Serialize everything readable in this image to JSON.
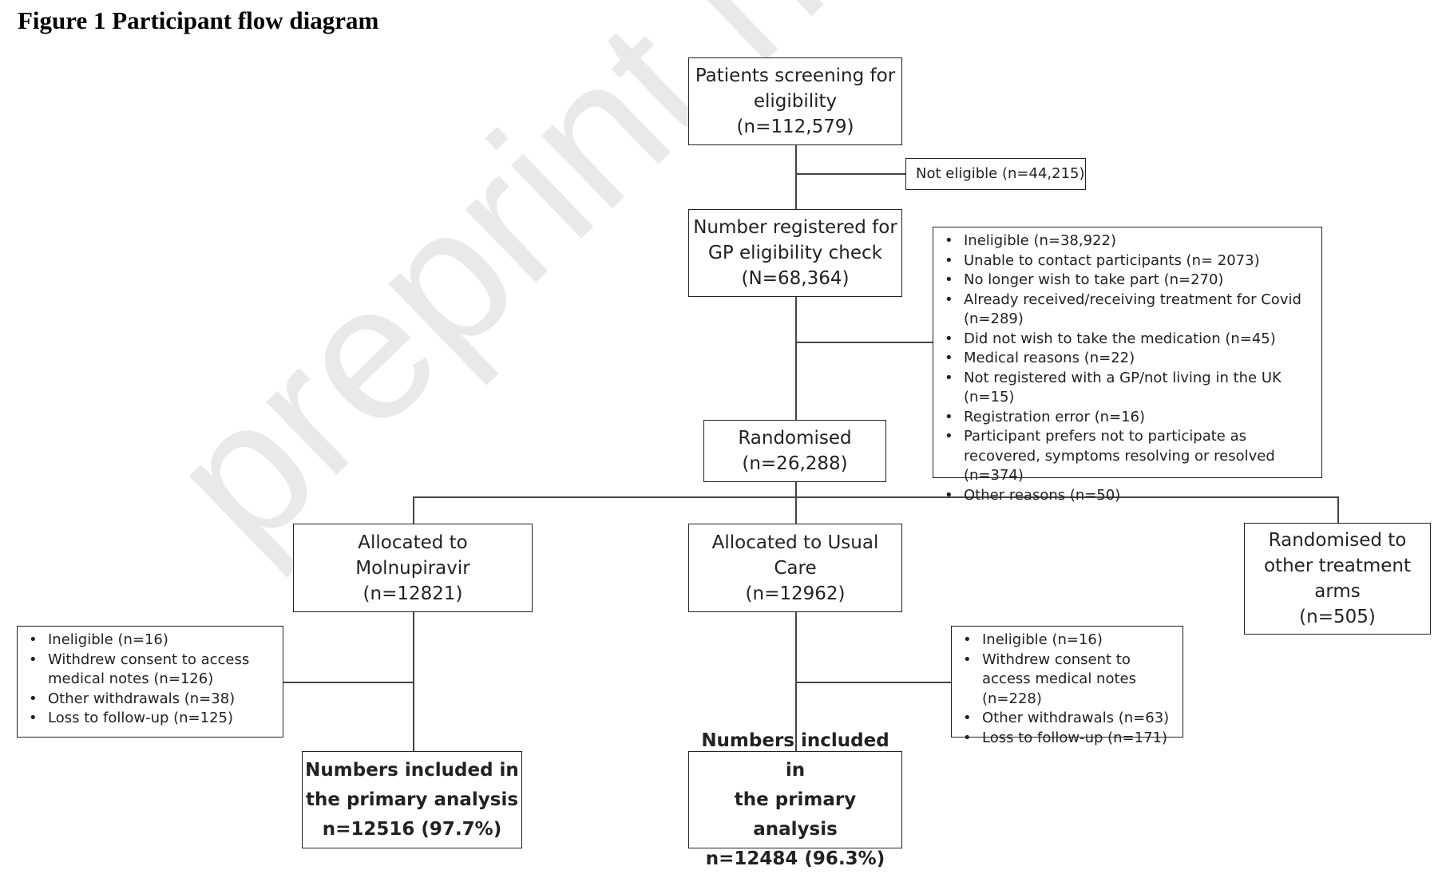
{
  "figure_title": "Figure 1 Participant flow diagram",
  "watermark": "preprint not peer reviewed",
  "boxes": {
    "screening": [
      "Patients screening for",
      "eligibility",
      "(n=112,579)"
    ],
    "not_eligible": "Not eligible (n=44,215)",
    "registered": [
      "Number registered for",
      "GP eligibility check",
      "(N=68,364)"
    ],
    "exclusions": [
      "Ineligible (n=38,922)",
      "Unable to contact participants (n= 2073)",
      "No longer wish to take part (n=270)",
      "Already received/receiving treatment for Covid (n=289)",
      "Did not wish to take the medication (n=45)",
      "Medical reasons (n=22)",
      "Not registered with a GP/not living in the UK (n=15)",
      "Registration error (n=16)",
      "Participant prefers not to participate as recovered, symptoms resolving or resolved (n=374)",
      "Other reasons (n=50)"
    ],
    "randomised": [
      "Randomised",
      "(n=26,288)"
    ],
    "molnupiravir": [
      "Allocated to",
      "Molnupiravir",
      "(n=12821)"
    ],
    "usual_care": [
      "Allocated to Usual",
      "Care",
      "(n=12962)"
    ],
    "other_arms": [
      "Randomised to",
      "other treatment",
      "arms",
      "(n=505)"
    ],
    "molnupiravir_losses": [
      "Ineligible (n=16)",
      "Withdrew consent to access medical notes (n=126)",
      "Other withdrawals (n=38)",
      "Loss to follow-up (n=125)"
    ],
    "usual_care_losses": [
      "Ineligible (n=16)",
      "Withdrew consent to access medical notes (n=228)",
      "Other withdrawals (n=63)",
      "Loss to follow-up (n=171)"
    ],
    "molnupiravir_analysis": [
      "Numbers included in",
      "the primary analysis",
      "n=12516 (97.7%)"
    ],
    "usual_care_analysis": [
      "Numbers included in",
      "the primary analysis",
      "n=12484 (96.3%)"
    ]
  }
}
